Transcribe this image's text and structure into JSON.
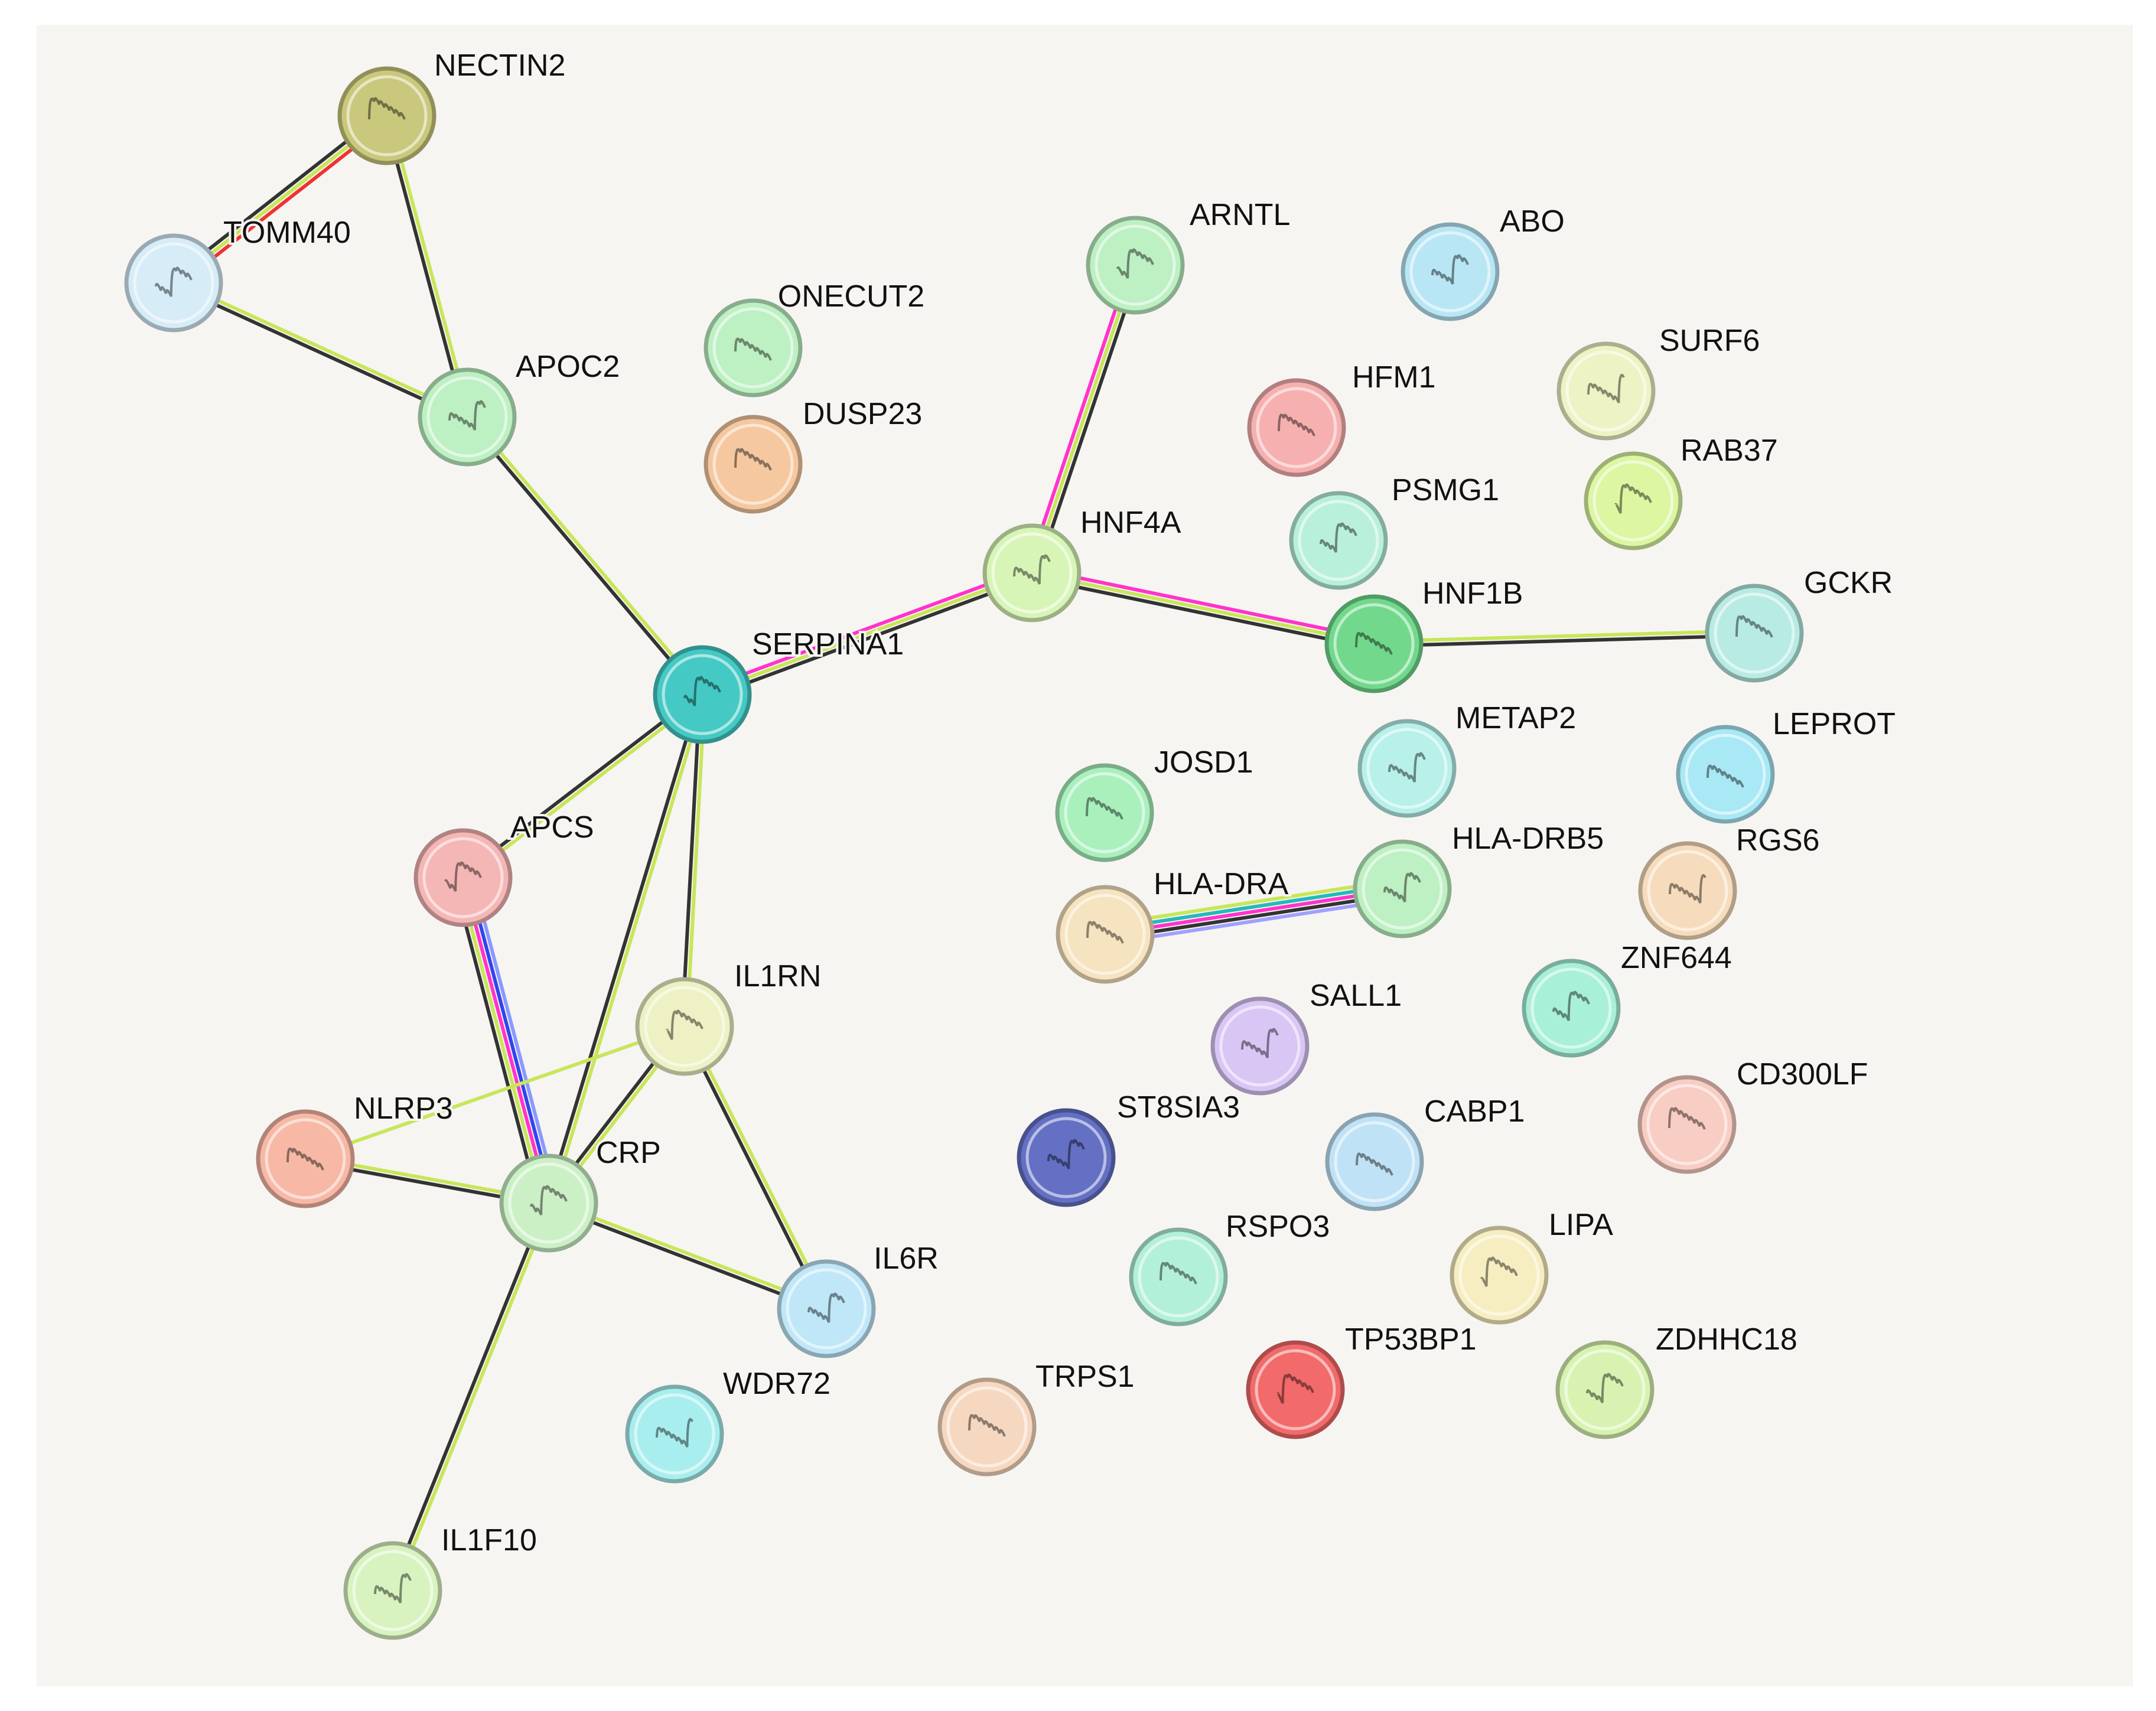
{
  "network": {
    "background": "#f7f5f2",
    "nodes": [
      {
        "id": "NECTIN2",
        "label": "NECTIN2",
        "color": "#c9c87c"
      },
      {
        "id": "TOMM40",
        "label": "TOMM40",
        "color": "#d6ecf7"
      },
      {
        "id": "APOC2",
        "label": "APOC2",
        "color": "#bdf0c2"
      },
      {
        "id": "ONECUT2",
        "label": "ONECUT2",
        "color": "#bdf0c2"
      },
      {
        "id": "DUSP23",
        "label": "DUSP23",
        "color": "#f5c8a0"
      },
      {
        "id": "ARNTL",
        "label": "ARNTL",
        "color": "#bdf0c2"
      },
      {
        "id": "ABO",
        "label": "ABO",
        "color": "#b9e6f5"
      },
      {
        "id": "SURF6",
        "label": "SURF6",
        "color": "#eef3c5"
      },
      {
        "id": "HFM1",
        "label": "HFM1",
        "color": "#f7b0b0"
      },
      {
        "id": "RAB37",
        "label": "RAB37",
        "color": "#dcf6a2"
      },
      {
        "id": "PSMG1",
        "label": "PSMG1",
        "color": "#b8f0dc"
      },
      {
        "id": "HNF4A",
        "label": "HNF4A",
        "color": "#d8f5b8"
      },
      {
        "id": "HNF1B",
        "label": "HNF1B",
        "color": "#72d98c"
      },
      {
        "id": "GCKR",
        "label": "GCKR",
        "color": "#b8ebe3"
      },
      {
        "id": "SERPINA1",
        "label": "SERPINA1",
        "color": "#45c9c4"
      },
      {
        "id": "METAP2",
        "label": "METAP2",
        "color": "#b8f0ea"
      },
      {
        "id": "LEPROT",
        "label": "LEPROT",
        "color": "#a9e8f5"
      },
      {
        "id": "JOSD1",
        "label": "JOSD1",
        "color": "#a9f0bd"
      },
      {
        "id": "APCS",
        "label": "APCS",
        "color": "#f5b6b6"
      },
      {
        "id": "HLA-DRB5",
        "label": "HLA-DRB5",
        "color": "#bdf0c2"
      },
      {
        "id": "RGS6",
        "label": "RGS6",
        "color": "#f6dcbc"
      },
      {
        "id": "HLA-DRA",
        "label": "HLA-DRA",
        "color": "#f6e3bf"
      },
      {
        "id": "IL1RN",
        "label": "IL1RN",
        "color": "#eef1c4"
      },
      {
        "id": "ZNF644",
        "label": "ZNF644",
        "color": "#a9f0d8"
      },
      {
        "id": "SALL1",
        "label": "SALL1",
        "color": "#d9c6f5"
      },
      {
        "id": "NLRP3",
        "label": "NLRP3",
        "color": "#f7b8a6"
      },
      {
        "id": "CD300LF",
        "label": "CD300LF",
        "color": "#f8cdc3"
      },
      {
        "id": "CRP",
        "label": "CRP",
        "color": "#ccf0c6"
      },
      {
        "id": "ST8SIA3",
        "label": "ST8SIA3",
        "color": "#6470c4"
      },
      {
        "id": "CABP1",
        "label": "CABP1",
        "color": "#c0e2f6"
      },
      {
        "id": "RSPO3",
        "label": "RSPO3",
        "color": "#b3f0da"
      },
      {
        "id": "LIPA",
        "label": "LIPA",
        "color": "#f6eec0"
      },
      {
        "id": "IL6R",
        "label": "IL6R",
        "color": "#bfe7f8"
      },
      {
        "id": "WDR72",
        "label": "WDR72",
        "color": "#a9eeee"
      },
      {
        "id": "TRPS1",
        "label": "TRPS1",
        "color": "#f6d8c0"
      },
      {
        "id": "TP53BP1",
        "label": "TP53BP1",
        "color": "#f26a6a"
      },
      {
        "id": "ZDHHC18",
        "label": "ZDHHC18",
        "color": "#d8f3b1"
      },
      {
        "id": "IL1F10",
        "label": "IL1F10",
        "color": "#d8f3c0"
      }
    ],
    "edges": [
      {
        "source": "NECTIN2",
        "target": "TOMM40",
        "colors": [
          "#ee3333",
          "#c8e65a",
          "#333333"
        ]
      },
      {
        "source": "NECTIN2",
        "target": "APOC2",
        "colors": [
          "#c8e65a",
          "#333333"
        ]
      },
      {
        "source": "TOMM40",
        "target": "APOC2",
        "colors": [
          "#c8e65a",
          "#333333"
        ]
      },
      {
        "source": "APOC2",
        "target": "SERPINA1",
        "colors": [
          "#c8e65a",
          "#333333"
        ]
      },
      {
        "source": "SERPINA1",
        "target": "HNF4A",
        "colors": [
          "#ff33cc",
          "#c8e65a",
          "#333333"
        ]
      },
      {
        "source": "HNF4A",
        "target": "ARNTL",
        "colors": [
          "#ff33cc",
          "#c8e65a",
          "#333333"
        ]
      },
      {
        "source": "HNF4A",
        "target": "HNF1B",
        "colors": [
          "#ff33cc",
          "#c8e65a",
          "#333333"
        ]
      },
      {
        "source": "HNF1B",
        "target": "GCKR",
        "colors": [
          "#c8e65a",
          "#333333"
        ]
      },
      {
        "source": "SERPINA1",
        "target": "APCS",
        "colors": [
          "#c8e65a",
          "#333333"
        ]
      },
      {
        "source": "SERPINA1",
        "target": "CRP",
        "colors": [
          "#c8e65a",
          "#333333"
        ]
      },
      {
        "source": "SERPINA1",
        "target": "IL1RN",
        "colors": [
          "#c8e65a",
          "#333333"
        ]
      },
      {
        "source": "APCS",
        "target": "CRP",
        "colors": [
          "#8899ff",
          "#3344ee",
          "#ff33cc",
          "#c8e65a",
          "#333333"
        ]
      },
      {
        "source": "IL1RN",
        "target": "NLRP3",
        "colors": [
          "#c8e65a"
        ]
      },
      {
        "source": "IL1RN",
        "target": "CRP",
        "colors": [
          "#c8e65a",
          "#333333"
        ]
      },
      {
        "source": "IL1RN",
        "target": "IL6R",
        "colors": [
          "#c8e65a",
          "#333333"
        ]
      },
      {
        "source": "NLRP3",
        "target": "CRP",
        "colors": [
          "#c8e65a",
          "#333333"
        ]
      },
      {
        "source": "CRP",
        "target": "IL6R",
        "colors": [
          "#c8e65a",
          "#333333"
        ]
      },
      {
        "source": "CRP",
        "target": "IL1F10",
        "colors": [
          "#c8e65a",
          "#333333"
        ]
      },
      {
        "source": "HLA-DRA",
        "target": "HLA-DRB5",
        "colors": [
          "#c8e65a",
          "#22bbbb",
          "#ff33cc",
          "#333333",
          "#a0a0ff"
        ]
      }
    ]
  }
}
